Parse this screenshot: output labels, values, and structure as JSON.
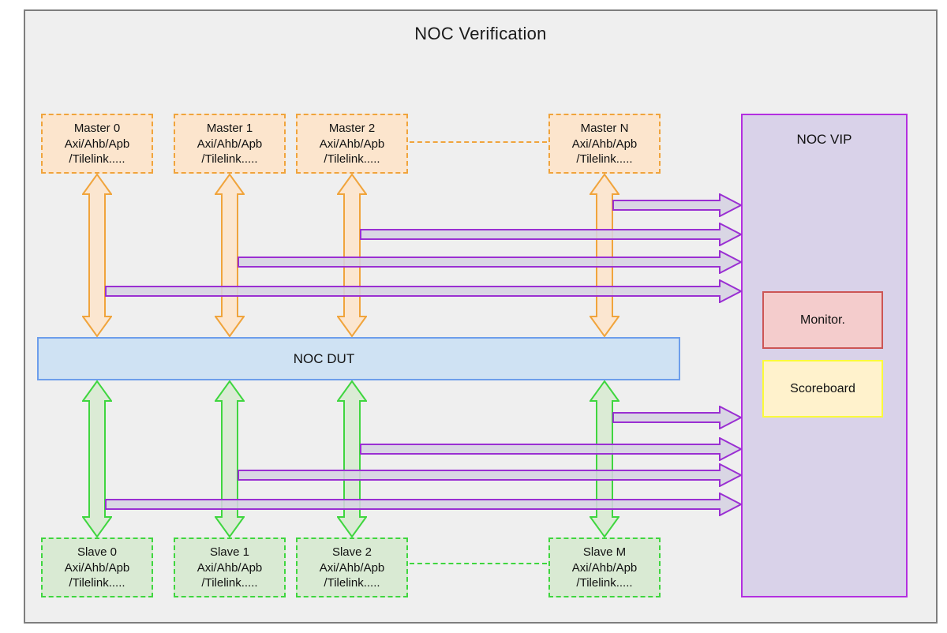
{
  "title": "NOC Verification",
  "masters": [
    {
      "name": "Master 0",
      "proto1": "Axi/Ahb/Apb",
      "proto2": "/Tilelink....."
    },
    {
      "name": "Master 1",
      "proto1": "Axi/Ahb/Apb",
      "proto2": "/Tilelink....."
    },
    {
      "name": "Master 2",
      "proto1": "Axi/Ahb/Apb",
      "proto2": "/Tilelink....."
    },
    {
      "name": "Master N",
      "proto1": "Axi/Ahb/Apb",
      "proto2": "/Tilelink....."
    }
  ],
  "slaves": [
    {
      "name": "Slave 0",
      "proto1": "Axi/Ahb/Apb",
      "proto2": "/Tilelink....."
    },
    {
      "name": "Slave 1",
      "proto1": "Axi/Ahb/Apb",
      "proto2": "/Tilelink....."
    },
    {
      "name": "Slave 2",
      "proto1": "Axi/Ahb/Apb",
      "proto2": "/Tilelink....."
    },
    {
      "name": "Slave M",
      "proto1": "Axi/Ahb/Apb",
      "proto2": "/Tilelink....."
    }
  ],
  "dut": {
    "label": "NOC DUT"
  },
  "vip": {
    "label": "NOC VIP",
    "monitor_label": "Monitor.",
    "scoreboard_label": "Scoreboard"
  },
  "colors": {
    "frame_bg": "#efefef",
    "master_fill": "#fce5cd",
    "master_border": "#f0a43c",
    "slave_fill": "#d9ead3",
    "slave_border": "#3fd63f",
    "dut_fill": "#cfe2f3",
    "dut_border": "#6d9eeb",
    "vip_fill": "#d9d2e9",
    "vip_border": "#b32fe0",
    "monitor_fill": "#f4cccc",
    "monitor_border": "#cc5555",
    "scoreboard_fill": "#fff2cc",
    "scoreboard_border": "#fbfb3a",
    "purple_arrow": "#9a2fd2",
    "orange_arrow": "#f0a43c",
    "green_arrow": "#3fd63f"
  }
}
